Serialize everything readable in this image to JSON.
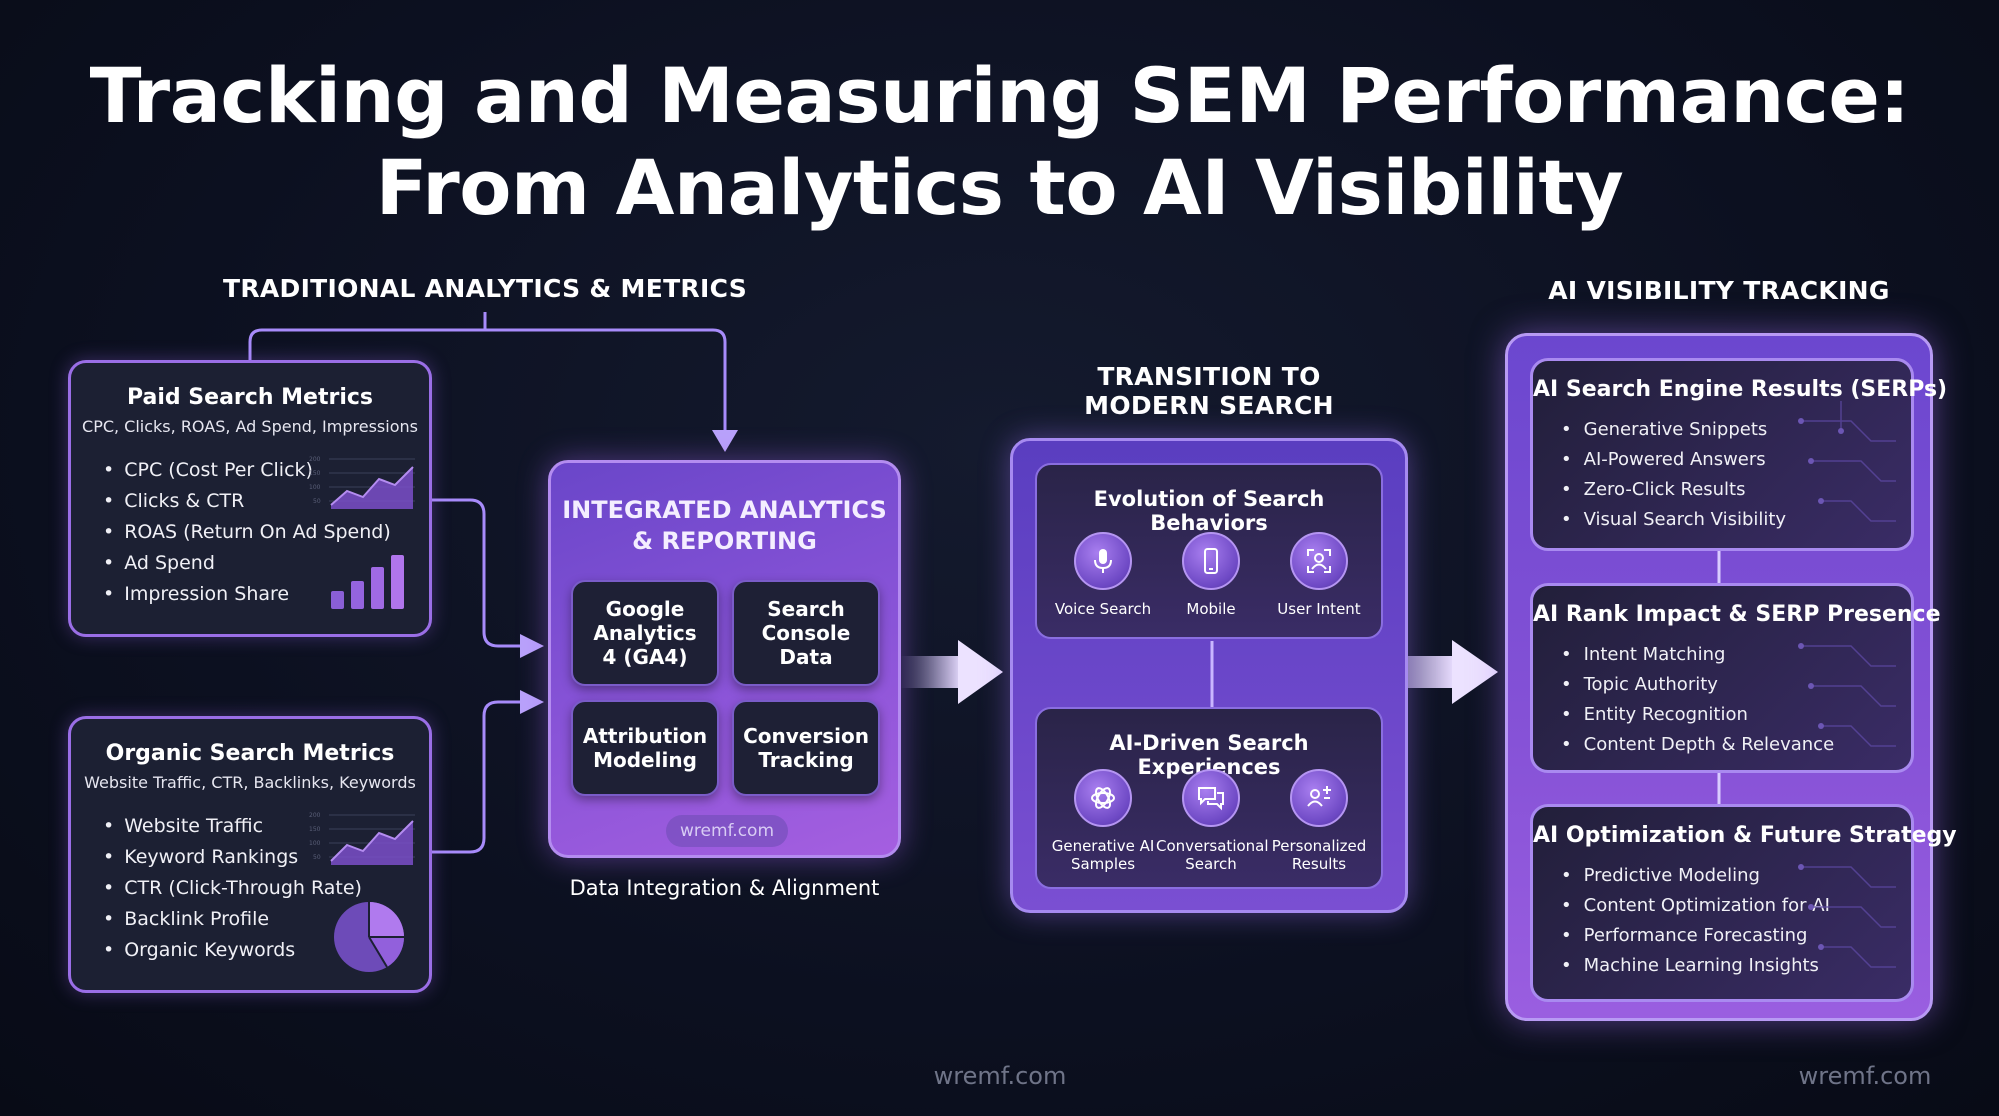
{
  "title_line1": "Tracking and Measuring SEM Performance:",
  "title_line2": "From Analytics to AI Visibility",
  "sections": {
    "traditional": "TRADITIONAL ANALYTICS & METRICS",
    "transition_line1": "TRANSITION TO",
    "transition_line2": "MODERN SEARCH",
    "ai_visibility": "AI VISIBILITY TRACKING"
  },
  "paid": {
    "title": "Paid Search Metrics",
    "subtitle": "CPC, Clicks, ROAS, Ad Spend, Impressions",
    "items": [
      "CPC (Cost Per Click)",
      "Clicks & CTR",
      "ROAS (Return On Ad Spend)",
      "Ad Spend",
      "Impression Share"
    ]
  },
  "organic": {
    "title": "Organic Search Metrics",
    "subtitle": "Website Traffic, CTR, Backlinks, Keywords",
    "items": [
      "Website Traffic",
      "Keyword Rankings",
      "CTR (Click-Through Rate)",
      "Backlink Profile",
      "Organic Keywords"
    ]
  },
  "integrated": {
    "title_line1": "INTEGRATED ANALYTICS",
    "title_line2": "& REPORTING",
    "boxes": [
      "Google Analytics 4 (GA4)",
      "Search Console Data",
      "Attribution Modeling",
      "Conversion Tracking"
    ],
    "pill": "wremf.com",
    "caption": "Data Integration & Alignment"
  },
  "transition": {
    "evolution": {
      "title": "Evolution of Search Behaviors",
      "icons": [
        {
          "label": "Voice Search",
          "icon": "microphone-icon"
        },
        {
          "label": "Mobile",
          "icon": "mobile-phone-icon"
        },
        {
          "label": "User Intent",
          "icon": "user-focus-icon"
        }
      ]
    },
    "ai_driven": {
      "title": "AI-Driven Search Experiences",
      "icons": [
        {
          "label_line1": "Generative AI",
          "label_line2": "Samples",
          "icon": "openai-logo-icon"
        },
        {
          "label_line1": "Conversational",
          "label_line2": "Search",
          "icon": "chat-bubbles-icon"
        },
        {
          "label_line1": "Personalized",
          "label_line2": "Results",
          "icon": "personalization-icon"
        }
      ]
    }
  },
  "ai_cards": [
    {
      "title": "AI Search Engine Results (SERPs)",
      "items": [
        "Generative Snippets",
        "AI-Powered Answers",
        "Zero-Click Results",
        "Visual Search Visibility"
      ]
    },
    {
      "title": "AI Rank Impact & SERP Presence",
      "items": [
        "Intent Matching",
        "Topic Authority",
        "Entity Recognition",
        "Content Depth & Relevance"
      ]
    },
    {
      "title": "AI Optimization & Future Strategy",
      "items": [
        "Predictive Modeling",
        "Content Optimization for AI",
        "Performance Forecasting",
        "Machine Learning Insights"
      ]
    }
  ],
  "watermarks": {
    "center": "wremf.com",
    "right": "wremf.com"
  },
  "colors": {
    "accent": "#9a6ee6",
    "background": "#0c1020",
    "card": "#1c2033"
  }
}
